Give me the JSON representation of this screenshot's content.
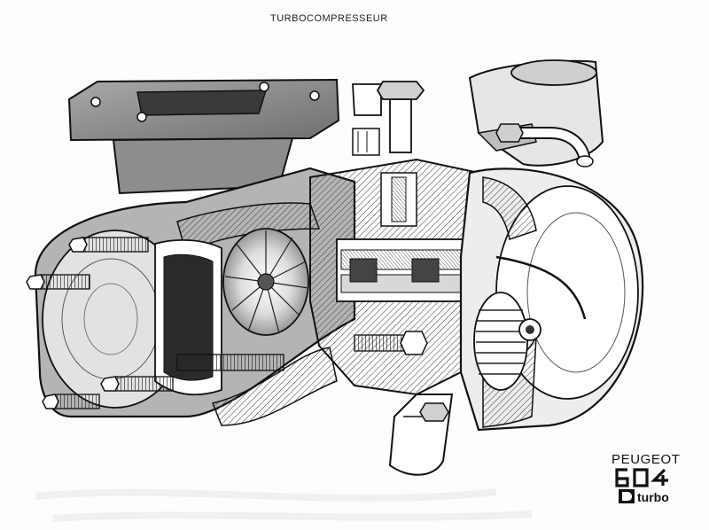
{
  "caption": "TURBOCOMPRESSEUR",
  "brand": {
    "name": "PEUGEOT",
    "model": "604",
    "variant": "D turbo"
  },
  "colors": {
    "ink": "#111111",
    "hatch": "#555555",
    "body_grey": "#8a8a8a",
    "light_grey": "#cfcfcf",
    "paper": "#fdfdfd"
  }
}
